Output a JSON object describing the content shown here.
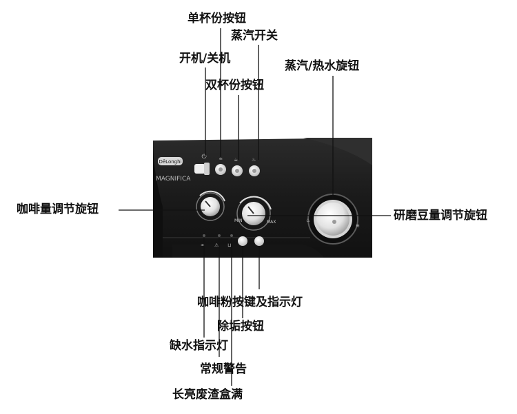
{
  "labels": {
    "single_cup": "单杯份按钮",
    "steam_switch": "蒸汽开关",
    "power": "开机/关机",
    "steam_hot_water_knob": "蒸汽/热水旋钮",
    "double_cup": "双杯份按钮",
    "coffee_amount_knob": "咖啡量调节旋钮",
    "grind_amount_knob": "研磨豆量调节旋钮",
    "coffee_powder_button": "咖啡粉按键及指示灯",
    "descale_button": "除垢按钮",
    "no_water_light": "缺水指示灯",
    "general_warning": "常规警告",
    "grounds_box_full": "长亮废渣盒满"
  },
  "machine": {
    "logo": "DēLonghi",
    "model": "MAGNIFICA",
    "knob_min": "MIN",
    "knob_max": "MAX"
  },
  "colors": {
    "panel": "#1c1c1c",
    "panel_edge": "#3a3a3a",
    "leader": "#111111",
    "knob_face": "#f2f2f2"
  }
}
